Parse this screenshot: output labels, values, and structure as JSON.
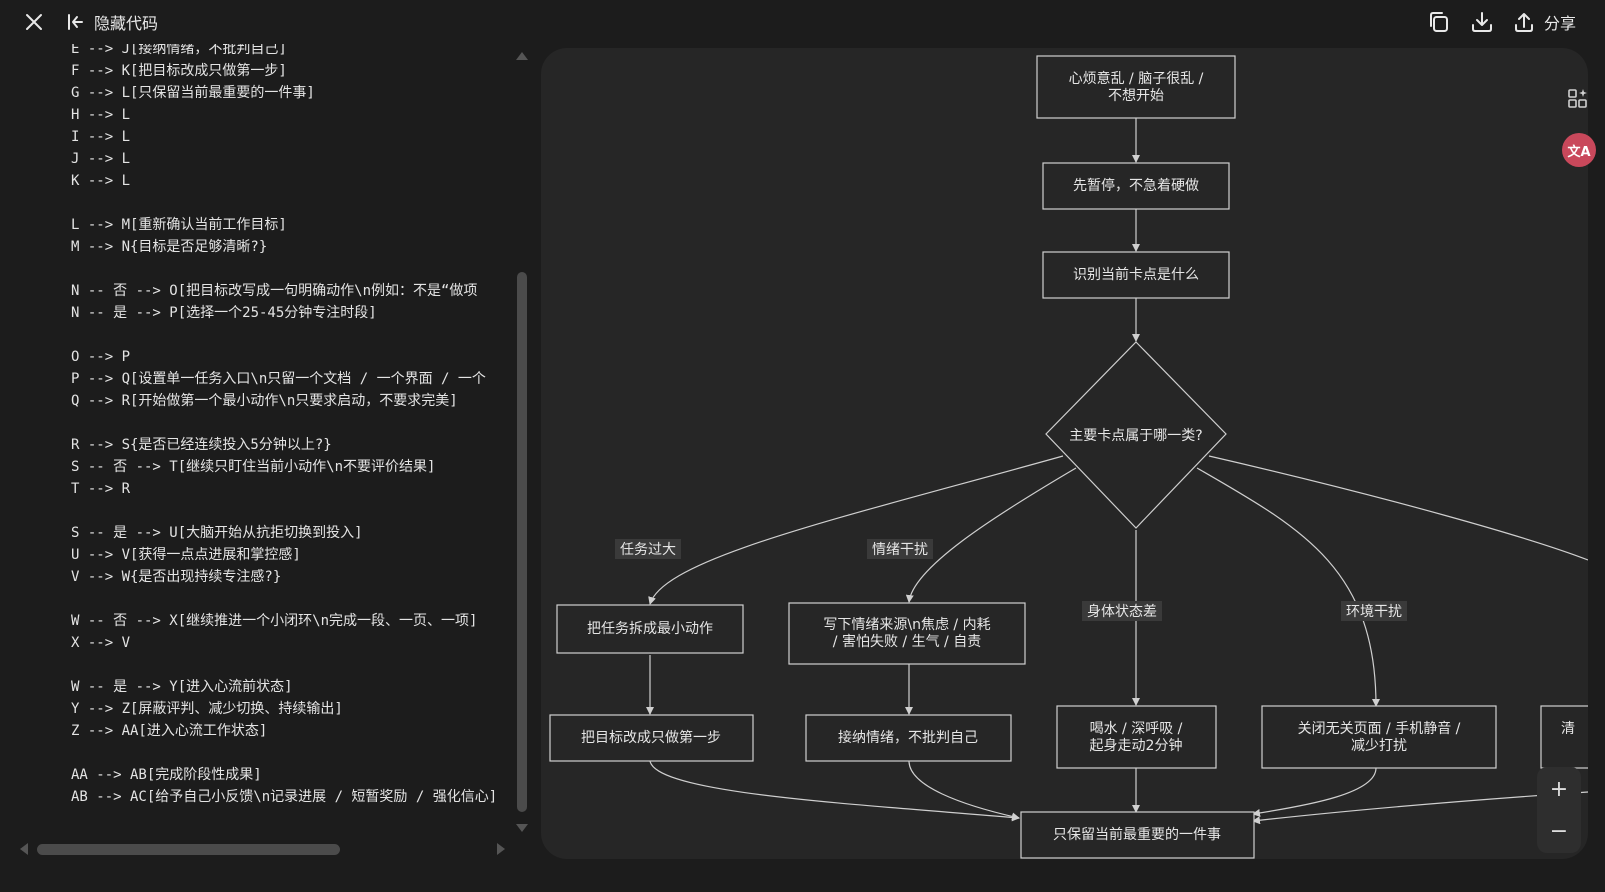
{
  "toolbar": {
    "hide_code_label": "隐藏代码",
    "share_label": "分享"
  },
  "code_lines": [
    "E --> J[接纳情绪，不批判自己]",
    "F --> K[把目标改成只做第一步]",
    "G --> L[只保留当前最重要的一件事]",
    "H --> L",
    "I --> L",
    "J --> L",
    "K --> L",
    "",
    "L --> M[重新确认当前工作目标]",
    "M --> N{目标是否足够清晰?}",
    "",
    "N -- 否 --> O[把目标改写成一句明确动作\\n例如：不是“做项",
    "N -- 是 --> P[选择一个25-45分钟专注时段]",
    "",
    "O --> P",
    "P --> Q[设置单一任务入口\\n只留一个文档 / 一个界面 / 一个",
    "Q --> R[开始做第一个最小动作\\n只要求启动，不要求完美]",
    "",
    "R --> S{是否已经连续投入5分钟以上?}",
    "S -- 否 --> T[继续只盯住当前小动作\\n不要评价结果]",
    "T --> R",
    "",
    "S -- 是 --> U[大脑开始从抗拒切换到投入]",
    "U --> V[获得一点点进展和掌控感]",
    "V --> W{是否出现持续专注感?}",
    "",
    "W -- 否 --> X[继续推进一个小闭环\\n完成一段、一页、一项]",
    "X --> V",
    "",
    "W -- 是 --> Y[进入心流前状态]",
    "Y --> Z[屏蔽评判、减少切换、持续输出]",
    "Z --> AA[进入心流工作状态]",
    "",
    "AA --> AB[完成阶段性成果]",
    "AB --> AC[给予自己小反馈\\n记录进展 / 短暂奖励 / 强化信心]"
  ],
  "diagram": {
    "nodes": {
      "start": [
        "心烦意乱 / 脑子很乱 /",
        "不想开始"
      ],
      "pause": [
        "先暂停，不急着硬做"
      ],
      "identify": [
        "识别当前卡点是什么"
      ],
      "decision": [
        "主要卡点属于哪一类?"
      ],
      "split_task": [
        "把任务拆成最小动作"
      ],
      "write_emotion": [
        "写下情绪来源\\n焦虑 / 内耗",
        "/ 害怕失败 / 生气 / 自责"
      ],
      "first_step": [
        "把目标改成只做第一步"
      ],
      "accept_emotion": [
        "接纳情绪，不批判自己"
      ],
      "drink_water": [
        "喝水 / 深呼吸 /",
        "起身走动2分钟"
      ],
      "close_pages": [
        "关闭无关页面 / 手机静音 /",
        "减少打扰"
      ],
      "clear_partial": [
        "清"
      ],
      "keep_one": [
        "只保留当前最重要的一件事"
      ]
    },
    "edge_labels": {
      "task_too_big": "任务过大",
      "emotion": "情绪干扰",
      "body": "身体状态差",
      "environment": "环境干扰"
    }
  },
  "controls": {
    "zoom_in": "+",
    "zoom_out": "−",
    "translate_icon_text": "文A"
  }
}
